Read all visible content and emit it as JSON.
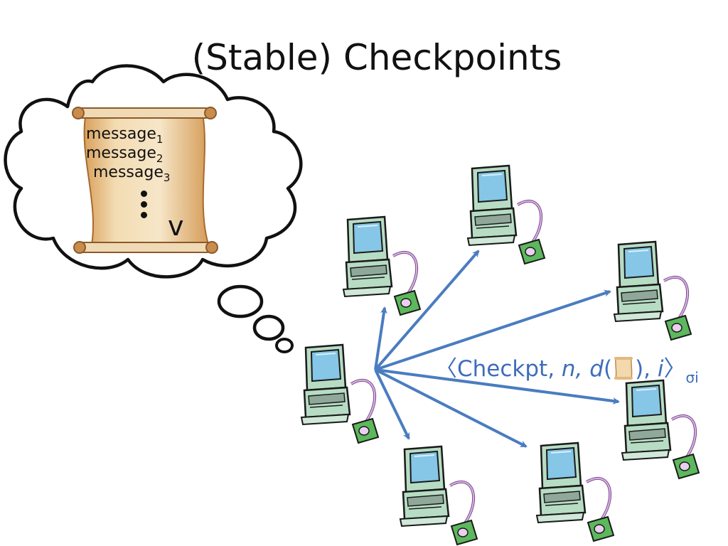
{
  "title": "(Stable) Checkpoints",
  "scroll": {
    "messages": [
      {
        "text": "message",
        "sub": "1"
      },
      {
        "text": "message",
        "sub": "2"
      },
      {
        "text": "message",
        "sub": "3"
      }
    ],
    "label": "v"
  },
  "broadcast": {
    "open_bracket": "〈",
    "keyword": "Checkpt, ",
    "n": "n,",
    "d": " d",
    "paren_open": "(",
    "paren_close": "),",
    "i": " i",
    "close_bracket": "〉",
    "subscript": "σi"
  },
  "colors": {
    "arrow": "#4a7cc0",
    "label": "#3d6dbc",
    "scroll": "#e8c48c",
    "computer_body": "#b7dcc4",
    "screen": "#7fc0e0",
    "mousepad": "#5cb85c",
    "cable": "#c9a0d8"
  },
  "icons": [
    "thought-cloud-icon",
    "scroll-icon",
    "computer-icon"
  ]
}
